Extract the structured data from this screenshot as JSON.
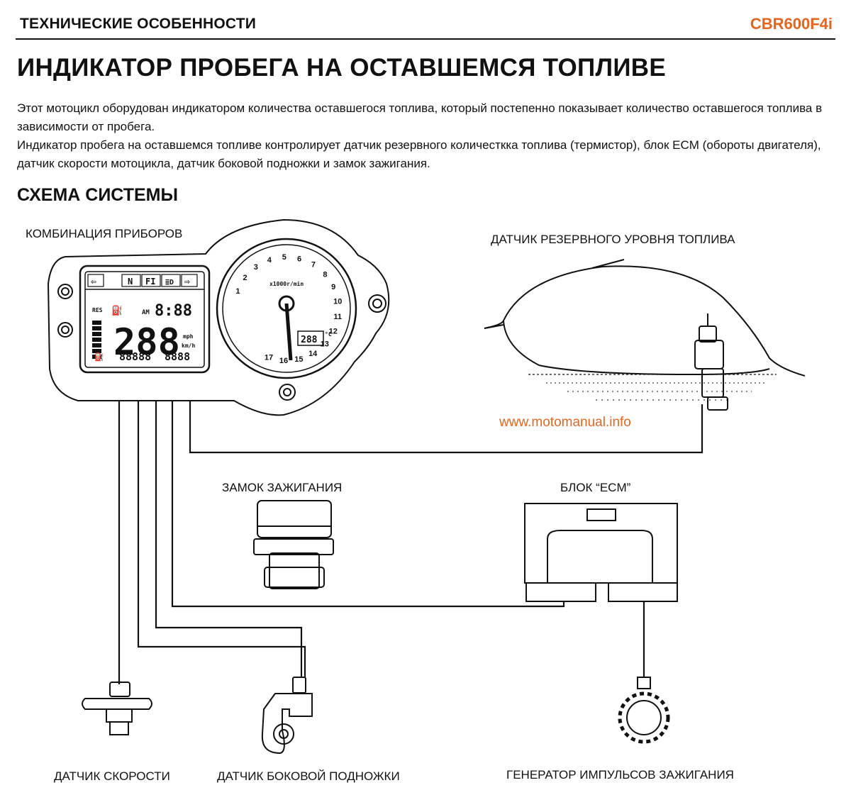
{
  "header": {
    "section": "ТЕХНИЧЕСКИЕ ОСОБЕННОСТИ",
    "model": "CBR600F4i",
    "accent_color": "#e8641e"
  },
  "title": "ИНДИКАТОР ПРОБЕГА НА ОСТАВШЕМСЯ ТОПЛИВЕ",
  "paragraphs": [
    "Этот мотоцикл оборудован индикатором количества оставшегося топлива, который постепенно показывает количество оставшегося топлива в зависимости от пробега.",
    "Индикатор пробега на оставшемся топливе контролирует датчик резервного количесткка топлива (термистор), блок ECM (обороты двигателя), датчик скорости мотоцикла, датчик боковой подножки и замок зажигания."
  ],
  "subtitle": "СХЕМА СИСТЕМЫ",
  "labels": {
    "instrument_cluster": "КОМБИНАЦИЯ ПРИБОРОВ",
    "fuel_sensor": "ДАТЧИК РЕЗЕРВНОГО УРОВНЯ ТОПЛИВА",
    "ignition_switch": "ЗАМОК ЗАЖИГАНИЯ",
    "ecm": "БЛОК “ECM”",
    "speed_sensor": "ДАТЧИК СКОРОСТИ",
    "sidestand_switch": "ДАТЧИК БОКОВОЙ ПОДНОЖКИ",
    "ignition_pulse_generator": "ГЕНЕРАТОР ИМПУЛЬСОВ ЗАЖИГАНИЯ"
  },
  "watermark": "www.motomanual.info",
  "cluster": {
    "lcd_top": [
      "N",
      "FI"
    ],
    "clock": "8:88",
    "speed": "288",
    "speed_units": [
      "mph",
      "km/h"
    ],
    "odometer": "88888",
    "trip": "8888",
    "temp": "288",
    "temp_unit": "°C",
    "tacho_unit": "x1000r/min",
    "tacho_ticks": [
      "1",
      "2",
      "3",
      "4",
      "5",
      "6",
      "7",
      "8",
      "9",
      "10",
      "11",
      "12",
      "13",
      "14",
      "15",
      "16",
      "17"
    ]
  }
}
